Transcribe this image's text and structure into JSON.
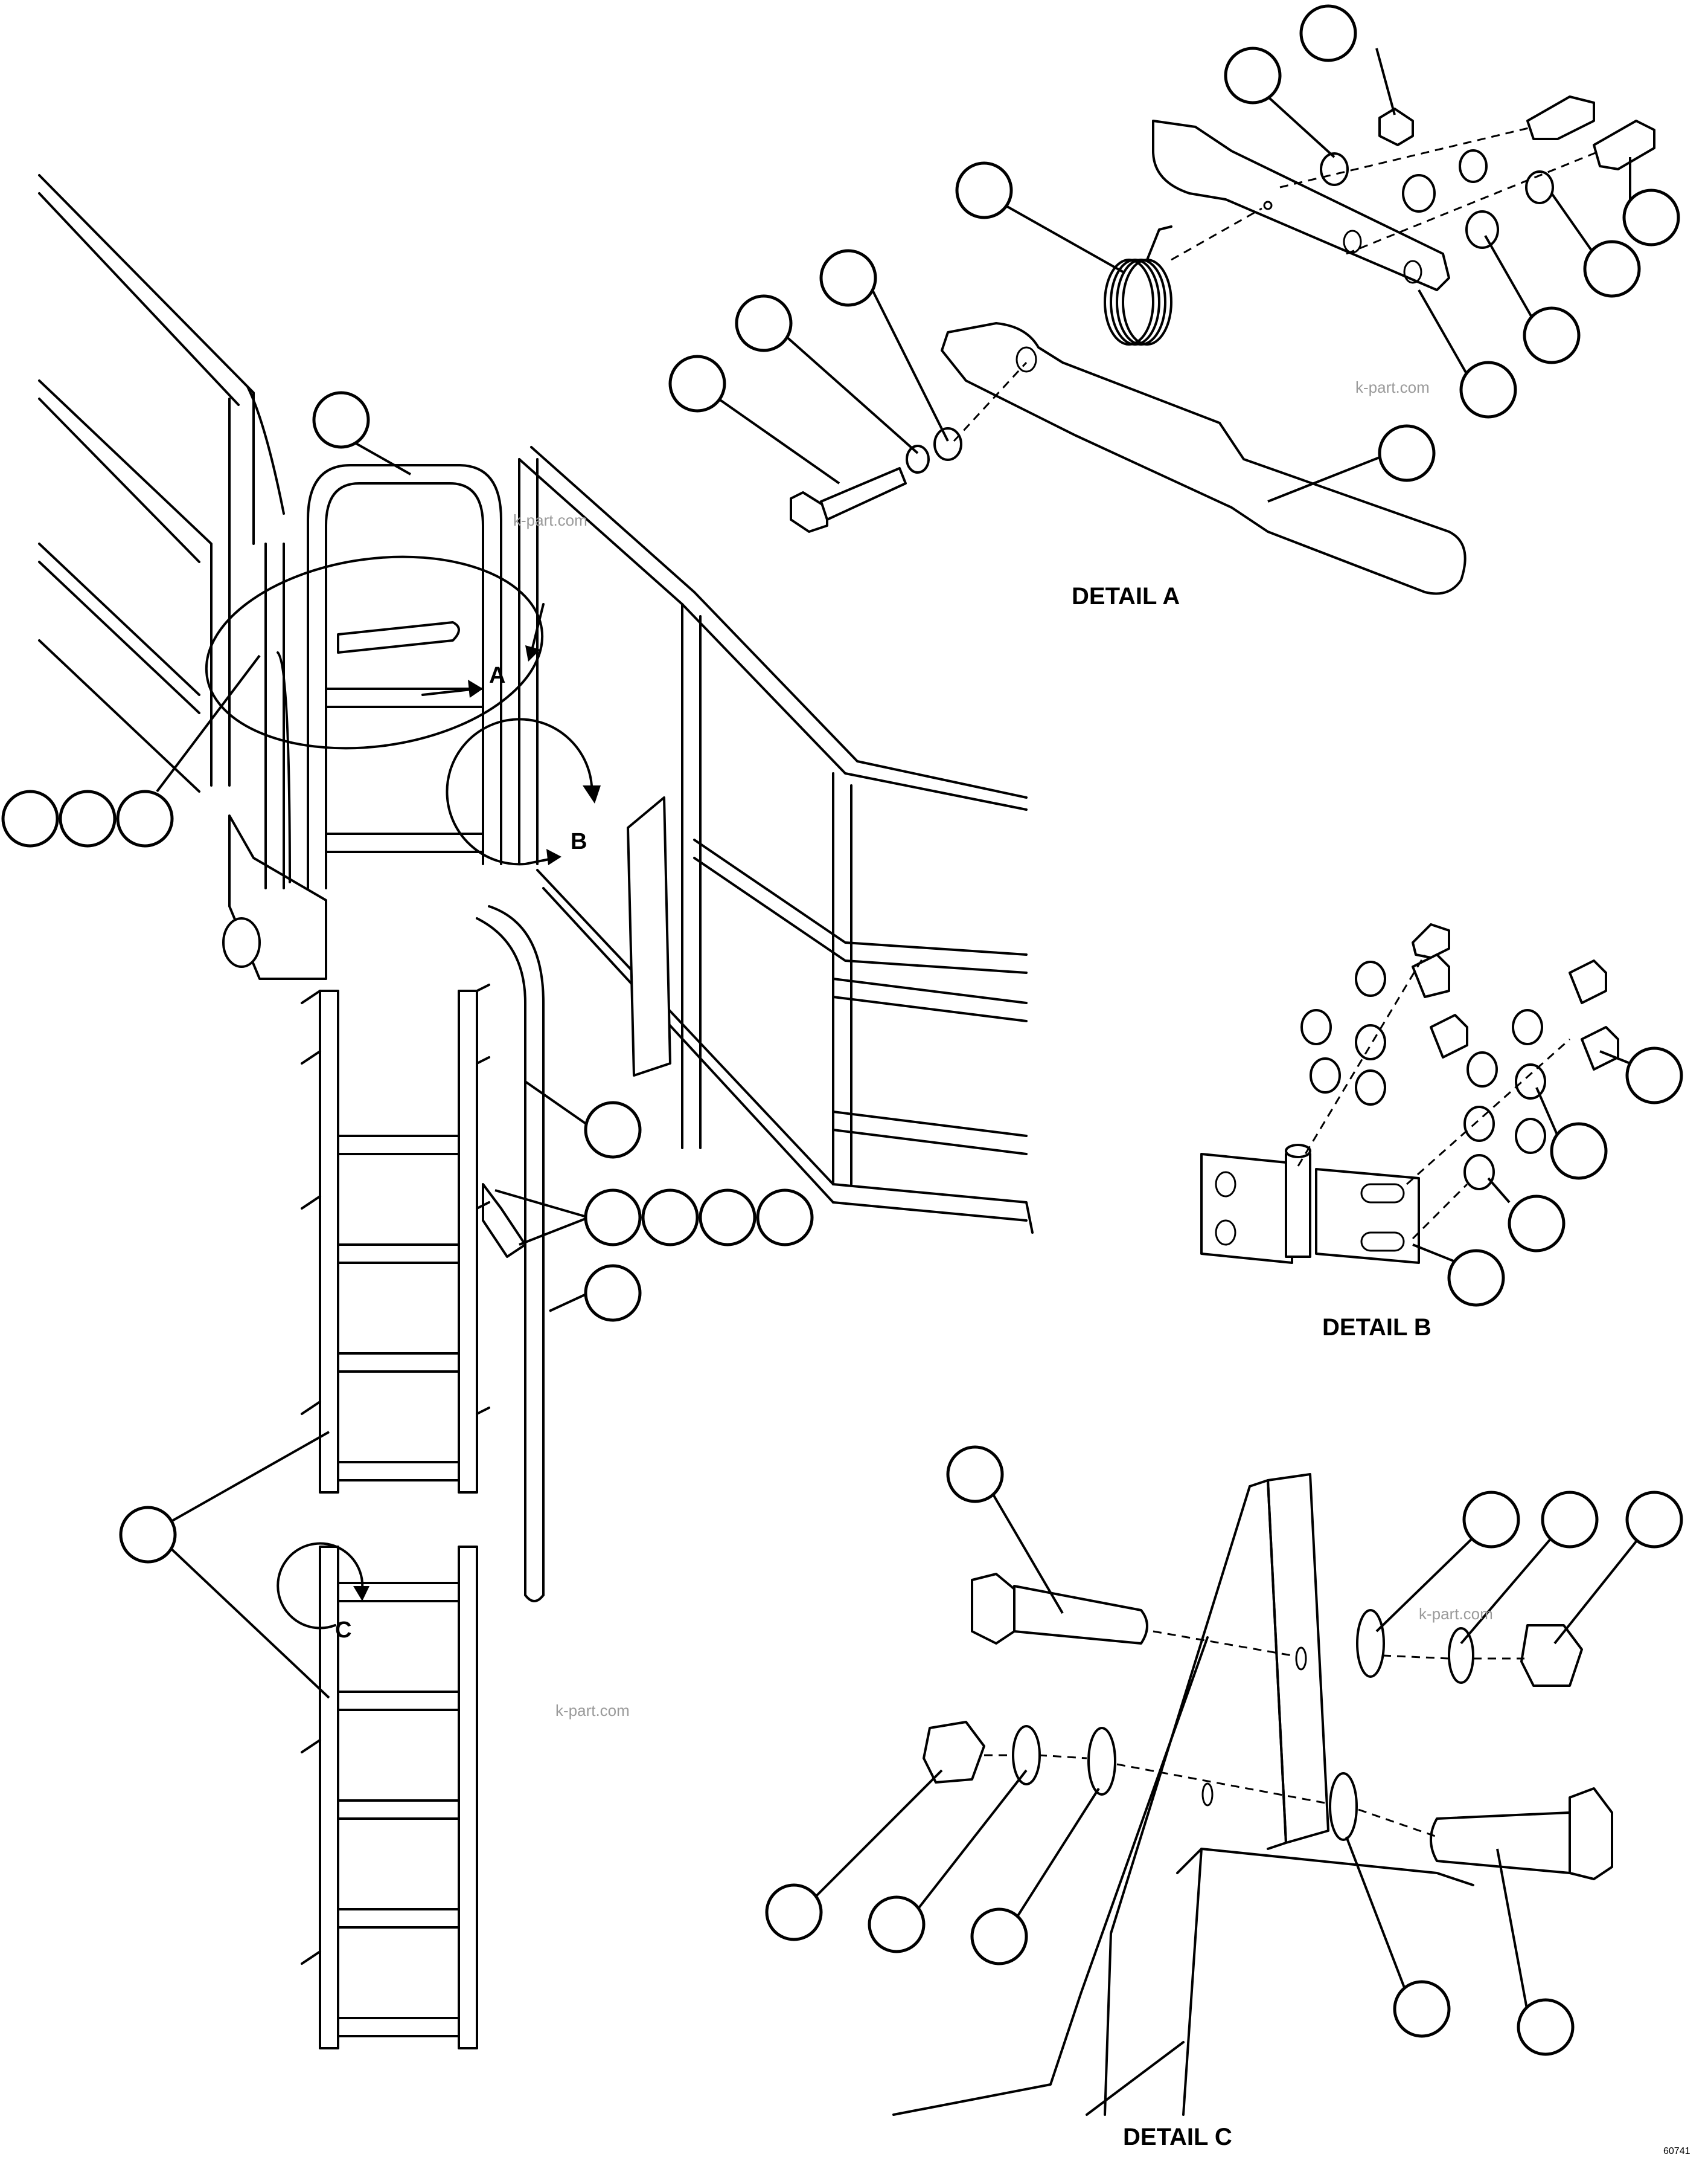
{
  "details": {
    "a": "DETAIL A",
    "b": "DETAIL B",
    "c": "DETAIL C"
  },
  "view_letters": {
    "a": "A",
    "b": "B",
    "c": "C"
  },
  "watermark": "k-part.com",
  "drawing_code": "60741"
}
